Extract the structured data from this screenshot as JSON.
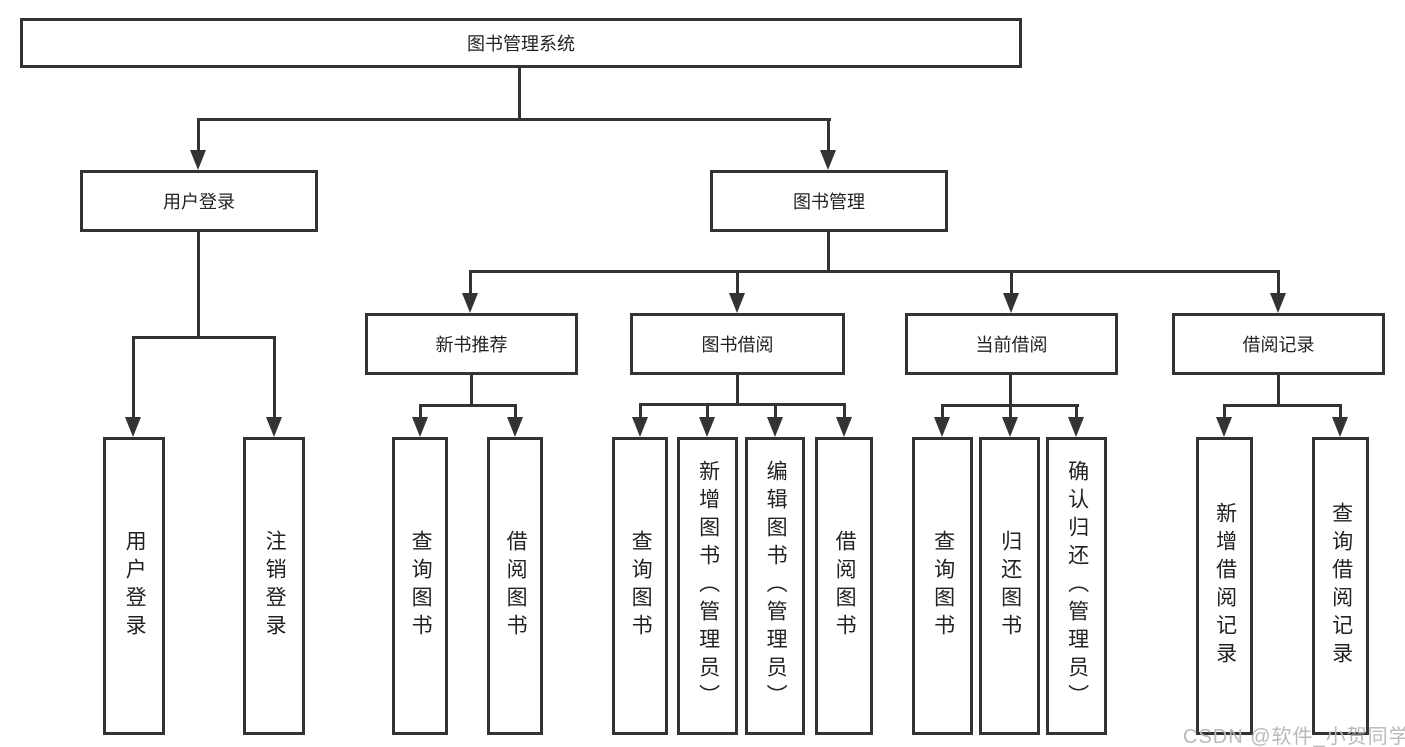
{
  "tree": {
    "root": "图书管理系统",
    "level2": [
      "用户登录",
      "图书管理"
    ],
    "level3": [
      "新书推荐",
      "图书借阅",
      "当前借阅",
      "借阅记录"
    ],
    "leaves": {
      "login": [
        "用户登录",
        "注销登录"
      ],
      "newbook": [
        "查询图书",
        "借阅图书"
      ],
      "borrow": [
        "查询图书",
        "新增图书（管理员）",
        "编辑图书（管理员）",
        "借阅图书"
      ],
      "current": [
        "查询图书",
        "归还图书",
        "确认归还（管理员）"
      ],
      "record": [
        "新增借阅记录",
        "查询借阅记录"
      ]
    }
  },
  "watermark": "CSDN @软件_小贺同学",
  "colors": {
    "line": "#333333",
    "text": "#222222",
    "watermark": "#b9b9b9",
    "background": "#ffffff"
  }
}
